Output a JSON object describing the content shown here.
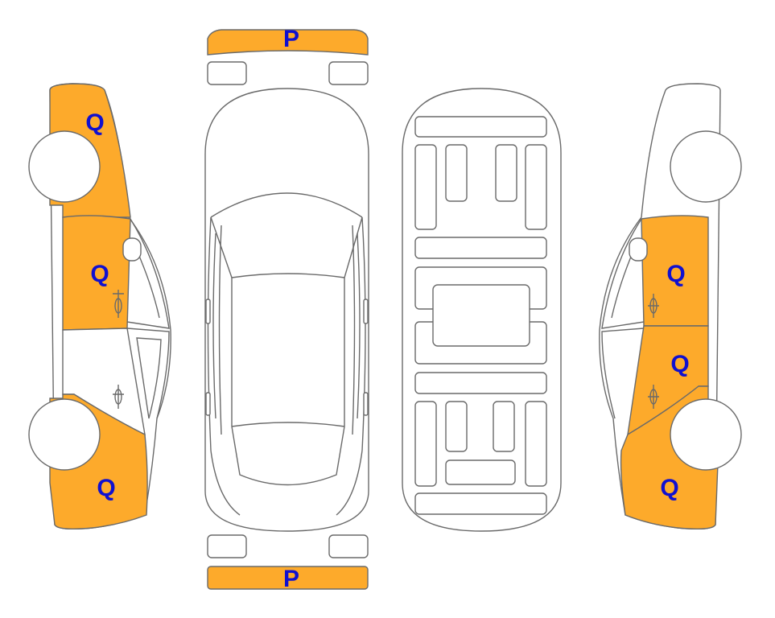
{
  "colors": {
    "damage_fill": "#FDAA2B",
    "label_color": "#1010D0",
    "outline": "#6a6a6a",
    "background": "#ffffff"
  },
  "labels": {
    "front_bumper": "P",
    "rear_bumper": "P",
    "left_front_fender": "Q",
    "left_front_door": "Q",
    "left_rear_quarter": "Q",
    "right_front_door": "Q",
    "right_rear_door": "Q",
    "right_rear_quarter": "Q"
  }
}
